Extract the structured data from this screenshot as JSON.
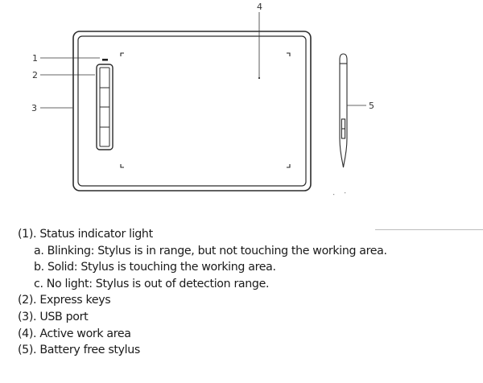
{
  "callouts": {
    "c1": "1",
    "c2": "2",
    "c3": "3",
    "c4": "4",
    "c5": "5"
  },
  "legend": {
    "item1": "(1). Status indicator light",
    "item1a": "a. Blinking: Stylus is in range, but not touching the working area.",
    "item1b": "b. Solid: Stylus is touching the working area.",
    "item1c": "c. No light: Stylus is out of detection range.",
    "item2": "(2). Express keys",
    "item3": "(3). USB port",
    "item4": "(4). Active work area",
    "item5": "(5). Battery free stylus"
  }
}
